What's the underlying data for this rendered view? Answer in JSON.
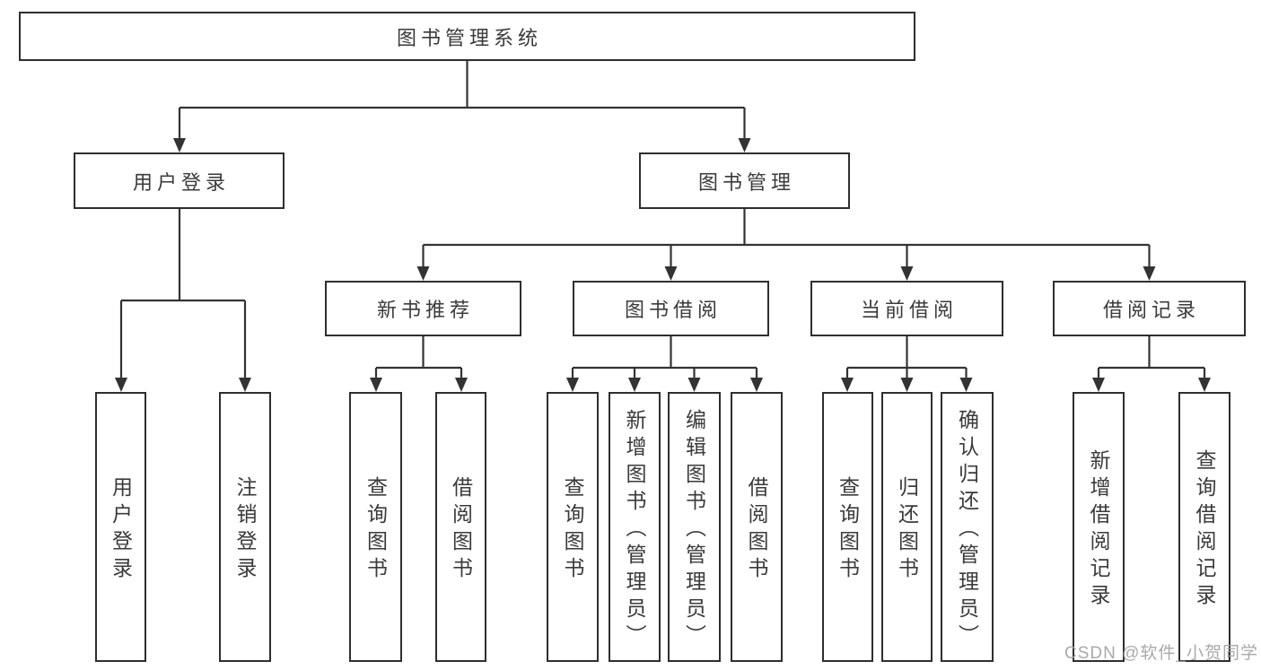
{
  "diagram": {
    "root": {
      "label": "图书管理系统"
    },
    "level2": [
      {
        "label": "用户登录"
      },
      {
        "label": "图书管理"
      }
    ],
    "level3": [
      {
        "label": "新书推荐"
      },
      {
        "label": "图书借阅"
      },
      {
        "label": "当前借阅"
      },
      {
        "label": "借阅记录"
      }
    ],
    "leaves": {
      "user_login": [
        {
          "label": "用户登录"
        },
        {
          "label": "注销登录"
        }
      ],
      "new_book": [
        {
          "label": "查询图书"
        },
        {
          "label": "借阅图书"
        }
      ],
      "book_borrow": [
        {
          "label": "查询图书"
        },
        {
          "label": "新增图书（管理员）"
        },
        {
          "label": "编辑图书（管理员）"
        },
        {
          "label": "借阅图书"
        }
      ],
      "current_borrow": [
        {
          "label": "查询图书"
        },
        {
          "label": "归还图书"
        },
        {
          "label": "确认归还（管理员）"
        }
      ],
      "borrow_records": [
        {
          "label": "新增借阅记录"
        },
        {
          "label": "查询借阅记录"
        }
      ]
    }
  },
  "watermark": {
    "text": "CSDN @软件_小贺同学",
    "color": "#a0a0a0"
  },
  "colors": {
    "box_border": "#2e2e2e",
    "box_fill": "#ffffff",
    "connector": "#333333",
    "text": "#3a3a3a",
    "background": "#ffffff"
  }
}
